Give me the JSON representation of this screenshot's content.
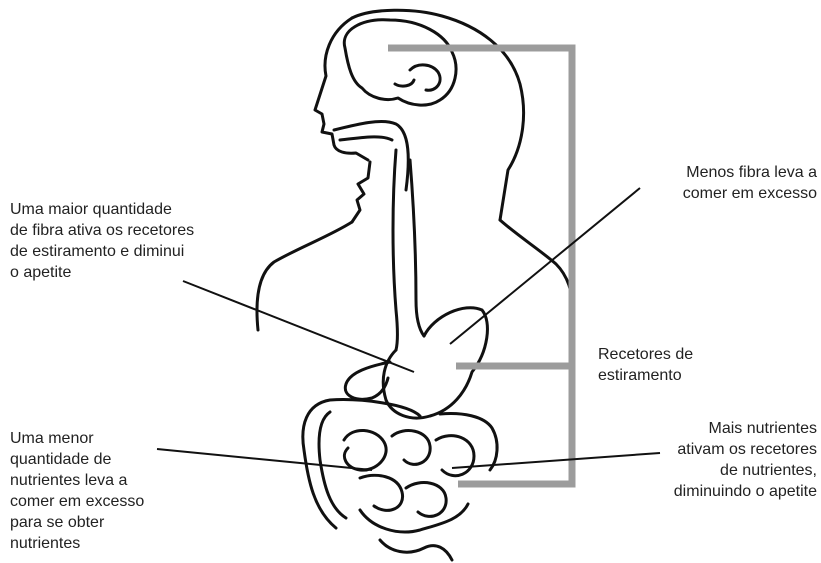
{
  "labels": {
    "more_fiber": [
      "Uma maior quantidade",
      "de fibra ativa os recetores",
      "de estiramento e diminui",
      "o apetite"
    ],
    "less_fiber": [
      "Menos fibra leva a",
      "comer em excesso"
    ],
    "stretch_receptors": [
      "Recetores de",
      "estiramento"
    ],
    "less_nutrients": [
      "Uma menor",
      "quantidade de",
      "nutrientes leva a",
      "comer em excesso",
      "para se obter",
      "nutrientes"
    ],
    "more_nutrients": [
      "Mais nutrientes",
      "ativam os recetores",
      "de nutrientes,",
      "diminuindo o apetite"
    ]
  },
  "colors": {
    "outline": "#111111",
    "bracket": "#9c9c9c",
    "text": "#222222"
  }
}
